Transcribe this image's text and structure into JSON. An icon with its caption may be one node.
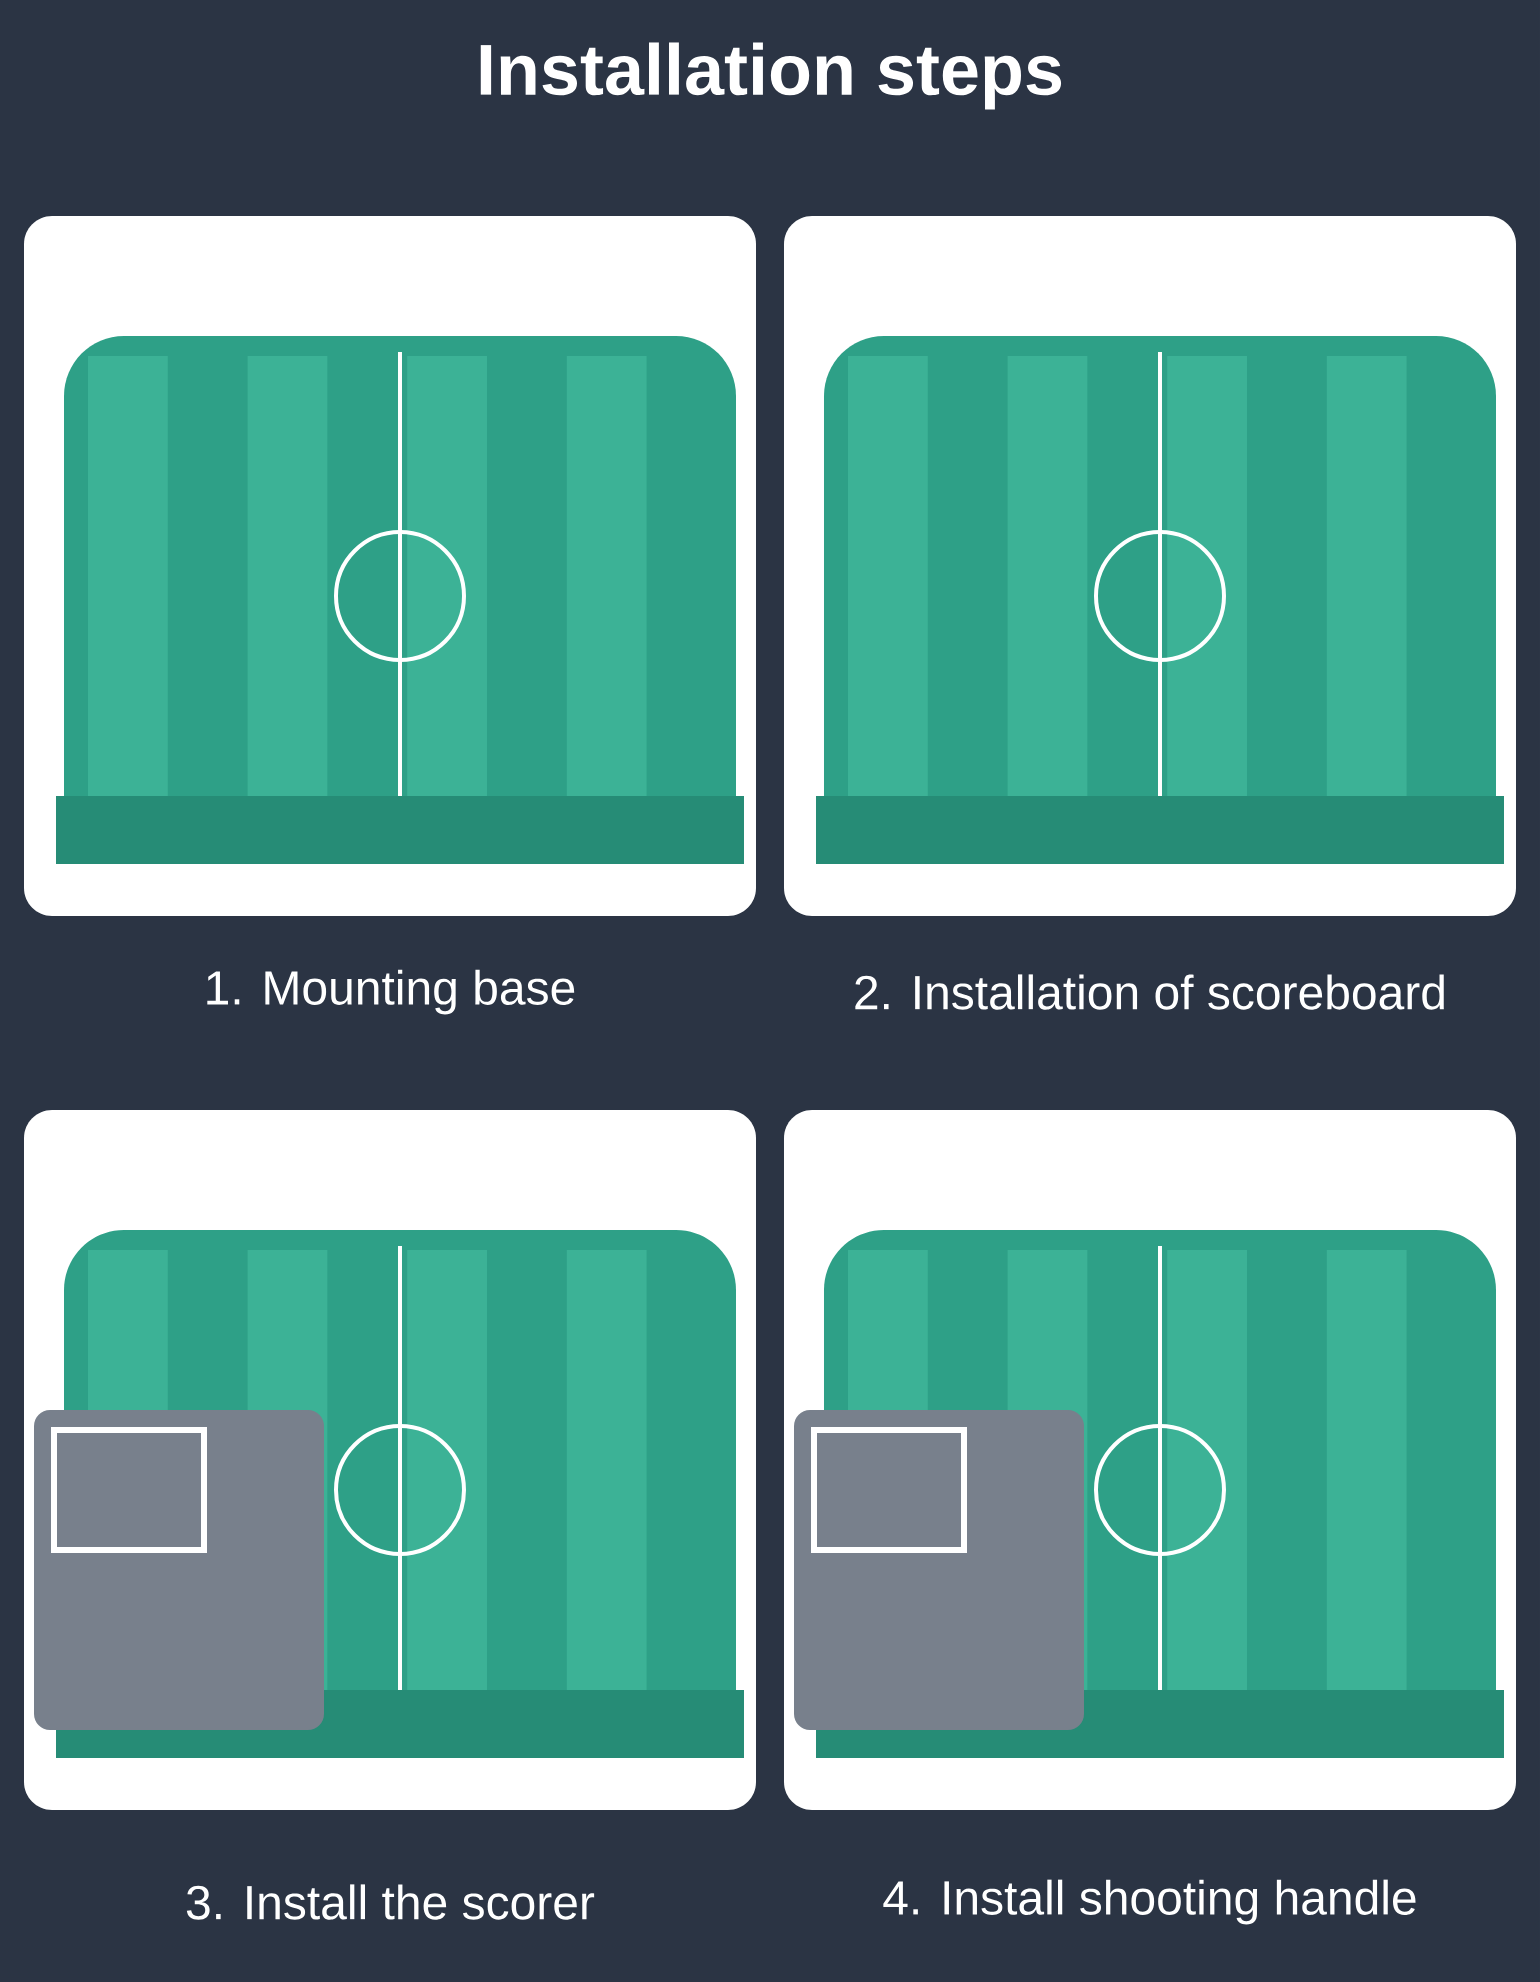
{
  "diagram": {
    "title": "Installation steps",
    "nodes": [
      {
        "text": [],
        "shape": "picture",
        "beside": [
          "1. Mounting base"
        ]
      },
      {
        "text": [],
        "shape": "picture",
        "beside": [
          "2. Installation of scoreboard"
        ]
      },
      {
        "text": [],
        "shape": "picture",
        "beside": [
          "3. Install the scorer"
        ]
      },
      {
        "text": [],
        "shape": "picture",
        "beside": [
          "4. Install shooting handle"
        ]
      }
    ]
  }
}
